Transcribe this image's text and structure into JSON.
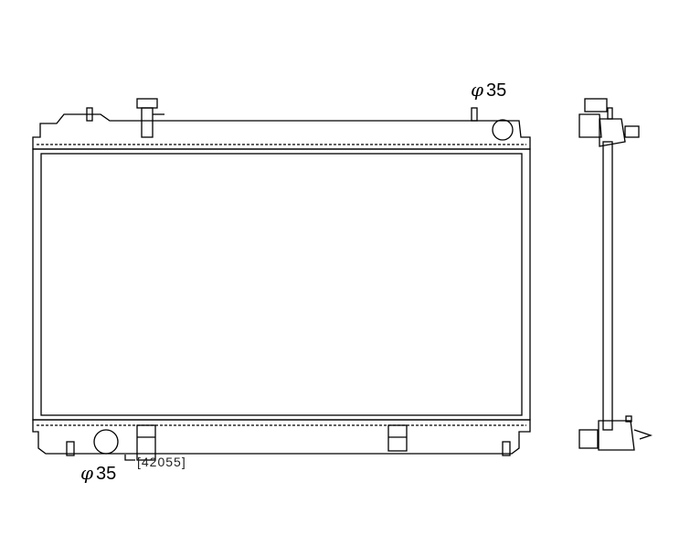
{
  "drawing": {
    "top_outlet": {
      "symbol": "φ",
      "value": "35"
    },
    "bottom_outlet": {
      "symbol": "φ",
      "value": "35"
    },
    "part_number": "[42055]"
  }
}
